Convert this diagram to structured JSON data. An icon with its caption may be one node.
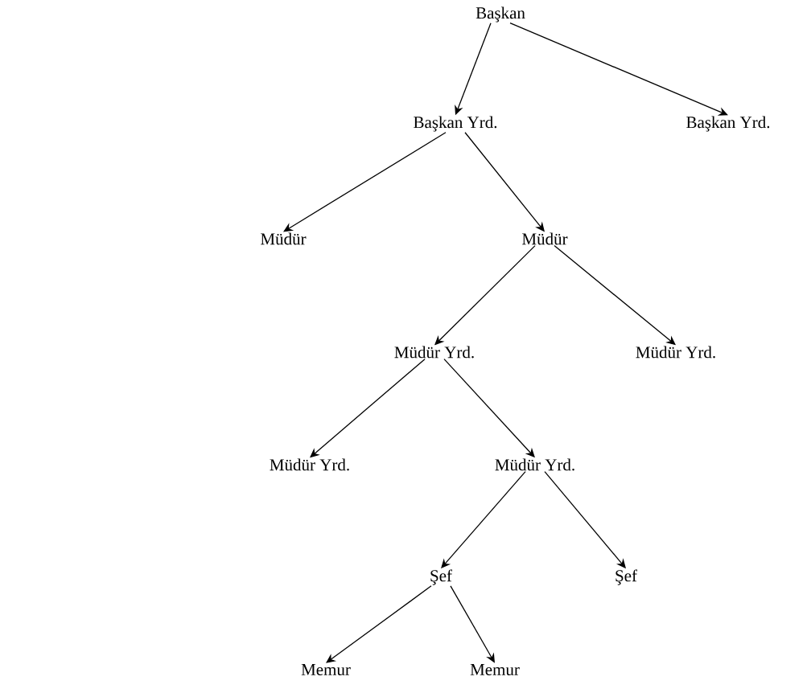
{
  "diagram": {
    "nodes": [
      {
        "text": [
          "Başkan"
        ]
      },
      {
        "text": [
          "Başkan Yrd."
        ]
      },
      {
        "text": [
          "Başkan Yrd."
        ]
      },
      {
        "text": [
          "Müdür"
        ]
      },
      {
        "text": [
          "Müdür"
        ]
      },
      {
        "text": [
          "Müdür Yrd."
        ]
      },
      {
        "text": [
          "Müdür Yrd."
        ]
      },
      {
        "text": [
          "Müdür Yrd."
        ]
      },
      {
        "text": [
          "Müdür Yrd."
        ]
      },
      {
        "text": [
          "Şef"
        ]
      },
      {
        "text": [
          "Şef"
        ]
      },
      {
        "text": [
          "Memur"
        ]
      },
      {
        "text": [
          "Memur"
        ]
      }
    ],
    "edges": [
      {
        "from": 0,
        "to": 1,
        "arrow": "to"
      },
      {
        "from": 0,
        "to": 2,
        "arrow": "to"
      },
      {
        "from": 1,
        "to": 3,
        "arrow": "to"
      },
      {
        "from": 1,
        "to": 4,
        "arrow": "to"
      },
      {
        "from": 4,
        "to": 5,
        "arrow": "to"
      },
      {
        "from": 4,
        "to": 6,
        "arrow": "to"
      },
      {
        "from": 5,
        "to": 7,
        "arrow": "to"
      },
      {
        "from": 5,
        "to": 8,
        "arrow": "to"
      },
      {
        "from": 8,
        "to": 9,
        "arrow": "to"
      },
      {
        "from": 8,
        "to": 10,
        "arrow": "to"
      },
      {
        "from": 9,
        "to": 11,
        "arrow": "to"
      },
      {
        "from": 9,
        "to": 12,
        "arrow": "to"
      }
    ]
  }
}
